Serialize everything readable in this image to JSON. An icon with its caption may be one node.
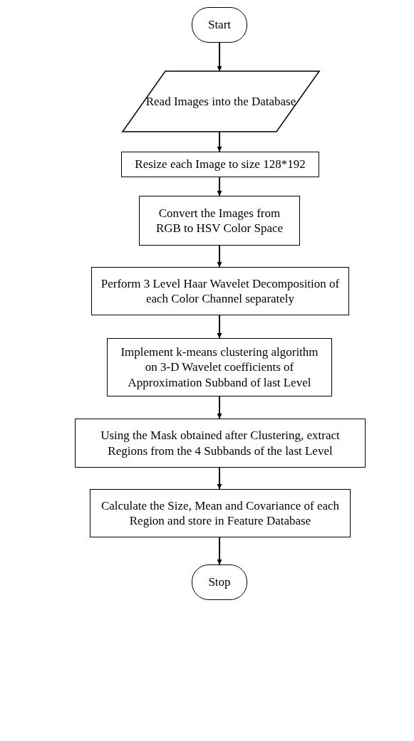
{
  "diagram": {
    "nodes": [
      {
        "text": [
          "Start"
        ]
      },
      {
        "text": [
          "Read Images into the Database"
        ]
      },
      {
        "text": [
          "Resize each Image to size 128*192"
        ]
      },
      {
        "text": [
          "Convert the Images from RGB to HSV Color Space"
        ]
      },
      {
        "text": [
          "Perform 3 Level Haar Wavelet Decomposition of each Color Channel separately"
        ]
      },
      {
        "text": [
          "Implement k-means clustering algorithm on 3-D Wavelet coefficients of Approximation Subband of last Level"
        ]
      },
      {
        "text": [
          "Using the Mask obtained after Clustering, extract Regions from the 4 Subbands of the last Level"
        ]
      },
      {
        "text": [
          "Calculate the Size, Mean and Covariance of each Region and store in Feature Database"
        ]
      },
      {
        "text": [
          "Stop"
        ]
      }
    ],
    "edges": [
      {
        "from": 0,
        "to": 1,
        "arrow": "to"
      },
      {
        "from": 1,
        "to": 2,
        "arrow": "to"
      },
      {
        "from": 2,
        "to": 3,
        "arrow": "to"
      },
      {
        "from": 3,
        "to": 4,
        "arrow": "to"
      },
      {
        "from": 4,
        "to": 5,
        "arrow": "to"
      },
      {
        "from": 5,
        "to": 6,
        "arrow": "to"
      },
      {
        "from": 6,
        "to": 7,
        "arrow": "to"
      },
      {
        "from": 7,
        "to": 8,
        "arrow": "to"
      }
    ]
  }
}
